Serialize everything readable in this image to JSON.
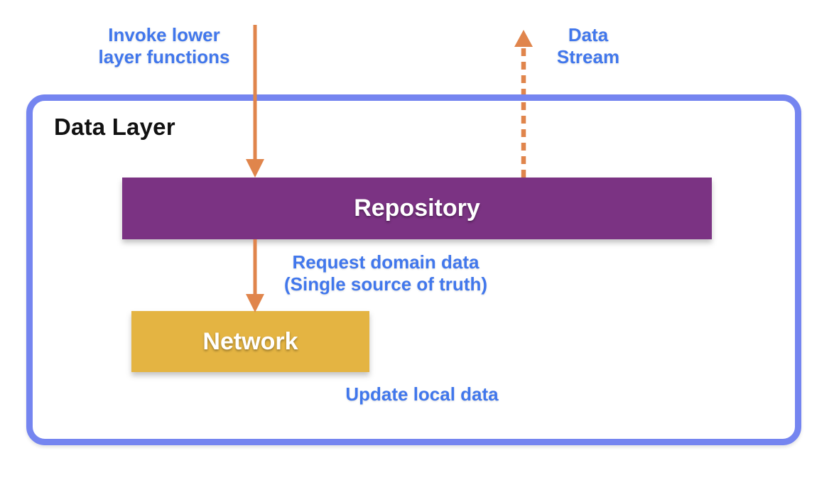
{
  "colors": {
    "frame-blue": "#7585F0",
    "label-blue": "#4177EC",
    "arrow-orange": "#E0854C",
    "repository-purple": "#7B3383",
    "network-yellow": "#E4B442",
    "title-black": "#111111",
    "background": "#FFFFFF"
  },
  "diagram": {
    "frame_label": "Data Layer",
    "nodes": {
      "repository": {
        "label": "Repository",
        "color": "#7B3383"
      },
      "network": {
        "label": "Network",
        "color": "#E4B442"
      }
    },
    "labels": {
      "invoke": "Invoke lower\nlayer functions",
      "data_stream": "Data\nStream",
      "request": "Request domain data\n(Single source of truth)",
      "update": "Update local data"
    },
    "edges": {
      "invoke_arrow": {
        "style": "solid",
        "direction": "down",
        "from": "outside",
        "to": "repository"
      },
      "data_stream_arrow": {
        "style": "dashed",
        "direction": "up",
        "from": "repository",
        "to": "outside"
      },
      "request_arrow": {
        "style": "solid",
        "direction": "down",
        "from": "repository",
        "to": "network"
      }
    }
  }
}
